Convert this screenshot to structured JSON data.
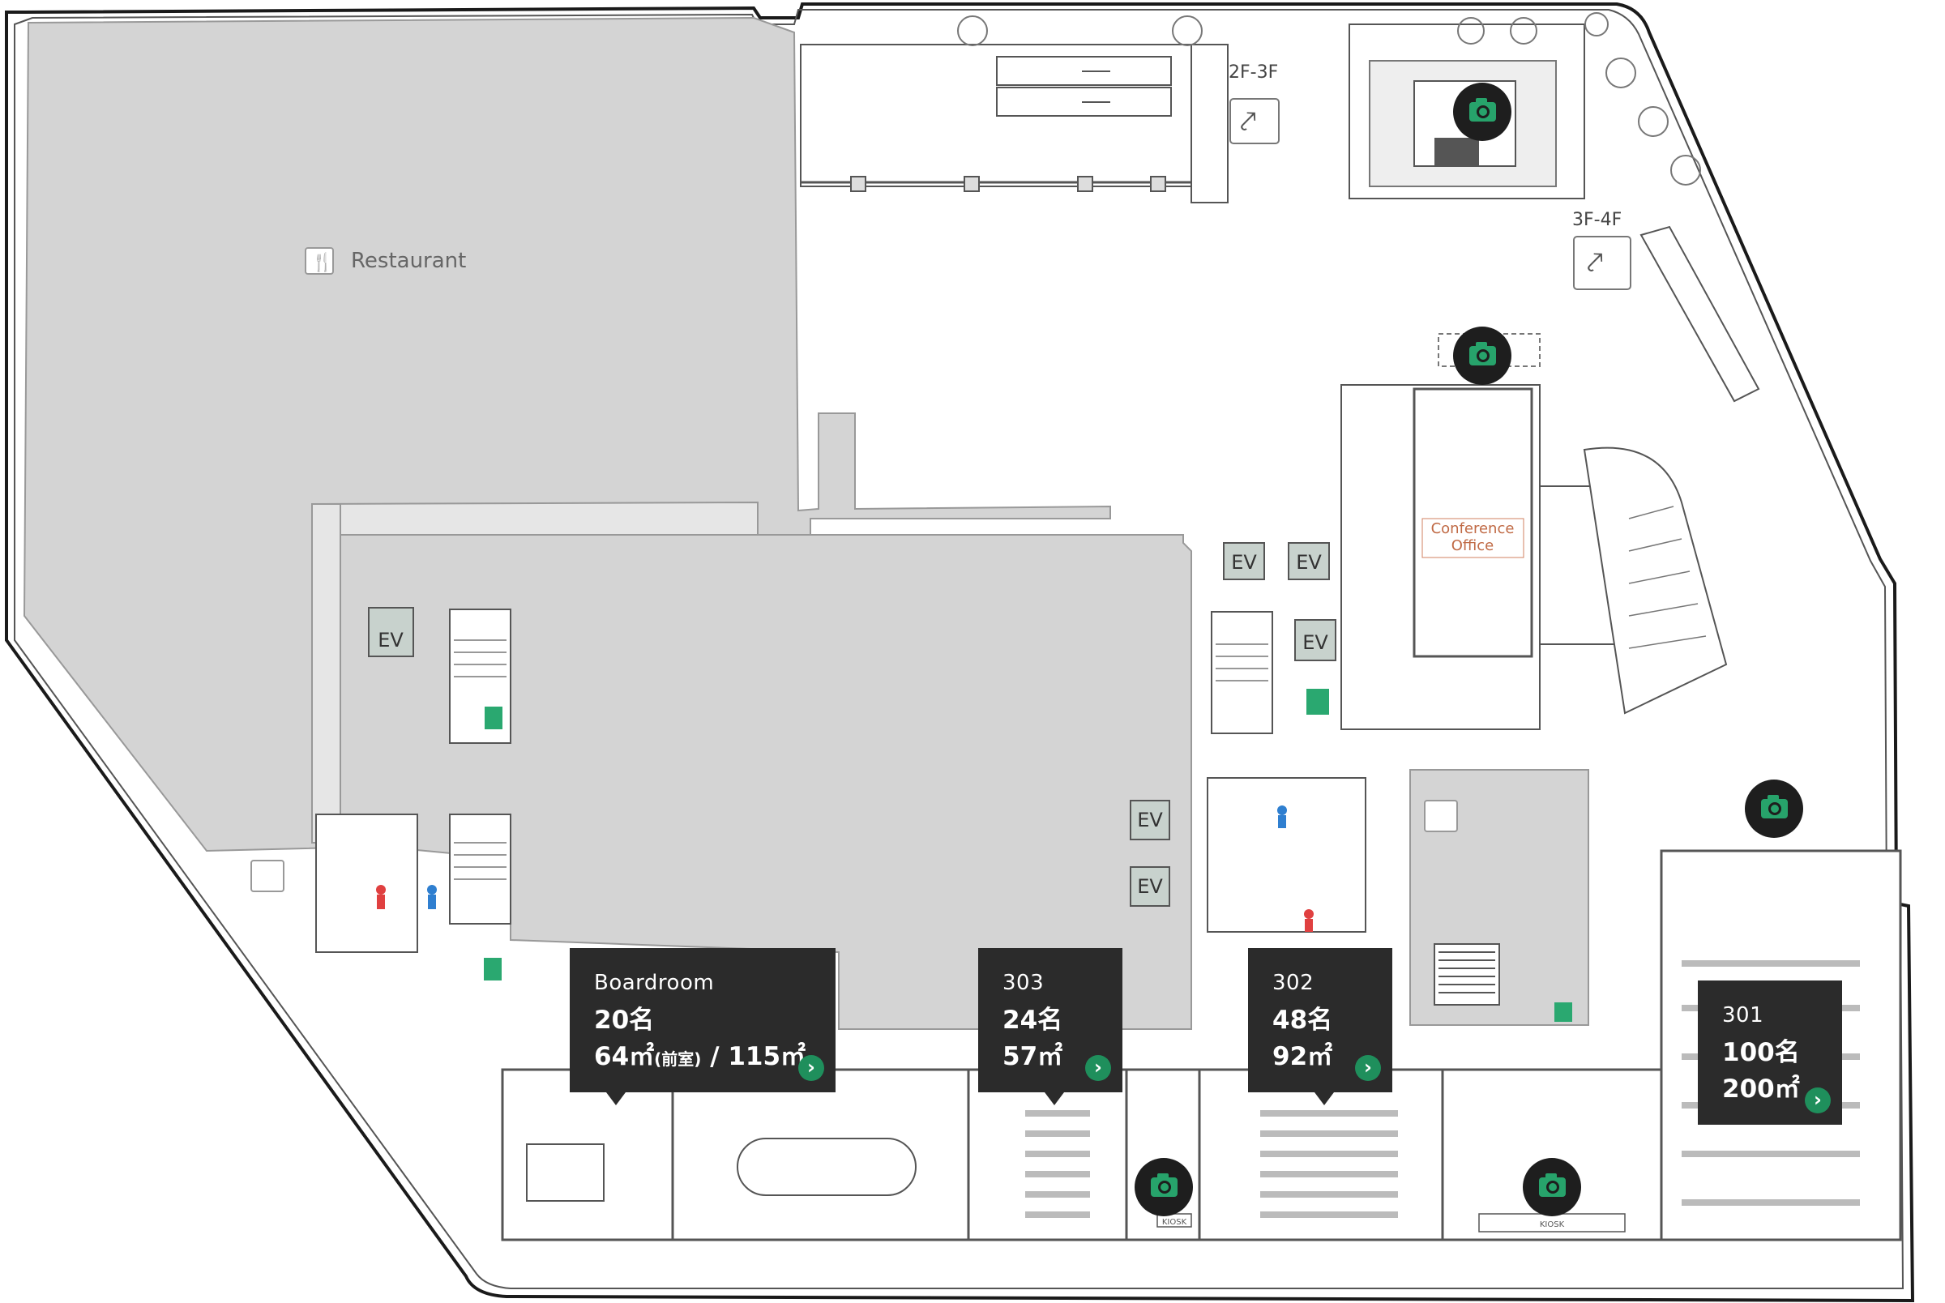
{
  "map": {
    "labels": {
      "restaurant": "Restaurant",
      "escalator_2f_3f": "2F-3F",
      "escalator_3f_4f": "3F-4F",
      "conference_office_line1": "Conference",
      "conference_office_line2": "Office",
      "kiosk": "KIOSK",
      "ev": "EV"
    },
    "rooms": [
      {
        "name": "Boardroom",
        "capacity": "20名",
        "area_main": "64㎡",
        "area_note": "(前室)",
        "area_sep": " / ",
        "area_total": "115㎡"
      },
      {
        "name": "303",
        "capacity": "24名",
        "area": "57㎡"
      },
      {
        "name": "302",
        "capacity": "48名",
        "area": "92㎡"
      },
      {
        "name": "301",
        "capacity": "100名",
        "area": "200㎡"
      }
    ],
    "photo_icon": "camera-icon",
    "detail_icon": "chevron-right-icon",
    "colors": {
      "room_fill": "#d4d4d4",
      "wall": "#1a1a1a",
      "card_bg": "#2b2b2b",
      "accent_green": "#27a36b",
      "restroom_red": "#e04040",
      "restroom_blue": "#2f7fd0"
    }
  }
}
